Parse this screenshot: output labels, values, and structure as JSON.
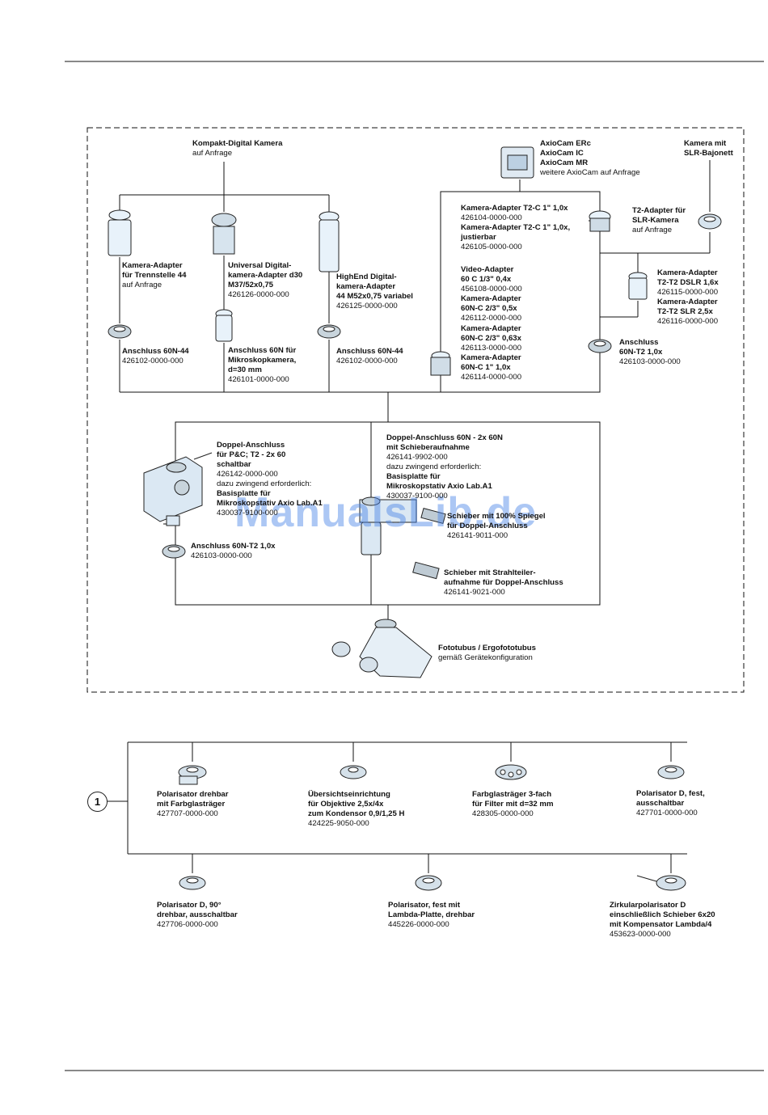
{
  "watermark": "ManualsLib.de",
  "circle_label": "1",
  "labels": {
    "kompakt": {
      "t": [
        "Kompakt-Digital Kamera"
      ],
      "n": [
        "auf Anfrage"
      ]
    },
    "axiocam": {
      "t": [
        "AxioCam ERc",
        "AxioCam IC",
        "AxioCam MR"
      ],
      "n": [
        "weitere AxioCam auf Anfrage"
      ]
    },
    "slrcam": {
      "t": [
        "Kamera mit",
        "SLR-Bajonett"
      ],
      "n": []
    },
    "trenn": {
      "t": [
        "Kamera-Adapter",
        "für Trennstelle 44"
      ],
      "n": [
        "auf Anfrage"
      ]
    },
    "universal": {
      "t": [
        "Universal Digital-",
        "kamera-Adapter d30",
        "M37/52x0,75"
      ],
      "n": [
        "426126-0000-000"
      ]
    },
    "highend": {
      "t": [
        "HighEnd Digital-",
        "kamera-Adapter",
        "44 M52x0,75 variabel"
      ],
      "n": [
        "426125-0000-000"
      ]
    },
    "t2c": {
      "t": [
        "Kamera-Adapter T2-C 1\" 1,0x"
      ],
      "n": [
        "426104-0000-000"
      ]
    },
    "t2cj": {
      "t": [
        "Kamera-Adapter T2-C 1\" 1,0x,",
        "justierbar"
      ],
      "n": [
        "426105-0000-000"
      ]
    },
    "t2slr": {
      "t": [
        "T2-Adapter für",
        "SLR-Kamera"
      ],
      "n": [
        "auf Anfrage"
      ]
    },
    "video": {
      "t": [
        "Video-Adapter",
        "60 C 1/3\" 0,4x"
      ],
      "n": [
        "456108-0000-000"
      ]
    },
    "v05": {
      "t": [
        "Kamera-Adapter",
        "60N-C 2/3\" 0,5x"
      ],
      "n": [
        "426112-0000-000"
      ]
    },
    "v063": {
      "t": [
        "Kamera-Adapter",
        "60N-C 2/3\" 0,63x"
      ],
      "n": [
        "426113-0000-000"
      ]
    },
    "v10": {
      "t": [
        "Kamera-Adapter",
        "60N-C 1\" 1,0x"
      ],
      "n": [
        "426114-0000-000"
      ]
    },
    "dslr": {
      "t": [
        "Kamera-Adapter",
        "T2-T2 DSLR 1,6x"
      ],
      "n": [
        "426115-0000-000"
      ]
    },
    "slr25": {
      "t": [
        "Kamera-Adapter",
        "T2-T2 SLR 2,5x"
      ],
      "n": [
        "426116-0000-000"
      ]
    },
    "anschl44a": {
      "t": [
        "Anschluss 60N-44"
      ],
      "n": [
        "426102-0000-000"
      ]
    },
    "anschl60n": {
      "t": [
        "Anschluss 60N für",
        "Mikroskopkamera,",
        "d=30 mm"
      ],
      "n": [
        "426101-0000-000"
      ]
    },
    "anschl44b": {
      "t": [
        "Anschluss 60N-44"
      ],
      "n": [
        "426102-0000-000"
      ]
    },
    "anschlT2": {
      "t": [
        "Anschluss",
        "60N-T2 1,0x"
      ],
      "n": [
        "426103-0000-000"
      ]
    },
    "doppelpc": {
      "t": [
        "Doppel-Anschluss",
        "für P&C; T2 - 2x 60",
        "schaltbar"
      ],
      "n": [
        "426142-0000-000",
        "dazu zwingend erforderlich:"
      ],
      "t2": [
        "Basisplatte für",
        "Mikroskopstativ Axio Lab.A1"
      ],
      "n2": [
        "430037-9100-000"
      ]
    },
    "doppel60": {
      "t": [
        "Doppel-Anschluss 60N - 2x 60N",
        "mit Schieberaufnahme"
      ],
      "n": [
        "426141-9902-000",
        "dazu zwingend erforderlich:"
      ],
      "t2": [
        "Basisplatte für",
        "Mikroskopstativ Axio Lab.A1"
      ],
      "n2": [
        "430037-9100-000"
      ]
    },
    "schieber1": {
      "t": [
        "Schieber mit 100% Spiegel",
        "für Doppel-Anschluss"
      ],
      "n": [
        "426141-9011-000"
      ]
    },
    "schieber2": {
      "t": [
        "Schieber mit Strahlteiler-",
        "aufnahme für Doppel-Anschluss"
      ],
      "n": [
        "426141-9021-000"
      ]
    },
    "anschlT2b": {
      "t": [
        "Anschluss 60N-T2 1,0x"
      ],
      "n": [
        "426103-0000-000"
      ]
    },
    "fototubus": {
      "t": [
        "Fototubus / Ergofototubus"
      ],
      "n": [
        "gemäß Gerätekonfiguration"
      ]
    },
    "pol1": {
      "t": [
        "Polarisator drehbar",
        "mit Farbglasträger"
      ],
      "n": [
        "427707-0000-000"
      ]
    },
    "pol2": {
      "t": [
        "Übersichtseinrichtung",
        "für Objektive 2,5x/4x",
        "zum Kondensor 0,9/1,25 H"
      ],
      "n": [
        "424225-9050-000"
      ]
    },
    "pol3": {
      "t": [
        "Farbglasträger 3-fach",
        "für Filter mit d=32 mm"
      ],
      "n": [
        "428305-0000-000"
      ]
    },
    "pol4": {
      "t": [
        "Polarisator D, fest,",
        "ausschaltbar"
      ],
      "n": [
        "427701-0000-000"
      ]
    },
    "pol5": {
      "t": [
        "Polarisator D, 90°",
        "drehbar, ausschaltbar"
      ],
      "n": [
        "427706-0000-000"
      ]
    },
    "pol6": {
      "t": [
        "Polarisator, fest mit",
        "Lambda-Platte, drehbar"
      ],
      "n": [
        "445226-0000-000"
      ]
    },
    "pol7": {
      "t": [
        "Zirkularpolarisator D",
        "einschließlich Schieber 6x20",
        "mit Kompensator Lambda/4"
      ],
      "n": [
        "453623-0000-000"
      ]
    }
  }
}
